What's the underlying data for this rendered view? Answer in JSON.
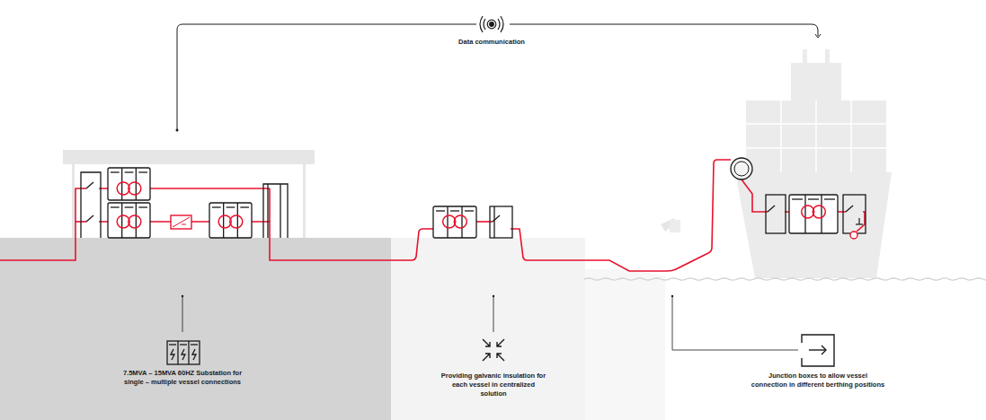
{
  "diagram": {
    "labels": [
      "Data communication",
      "7.5MVA – 15MVA 60HZ Substation for single – multiple vessel connections",
      "Providing galvanic insulation for each vessel in centralized solution",
      "Junction boxes to allow vessel connection in different berthing positions"
    ]
  }
}
